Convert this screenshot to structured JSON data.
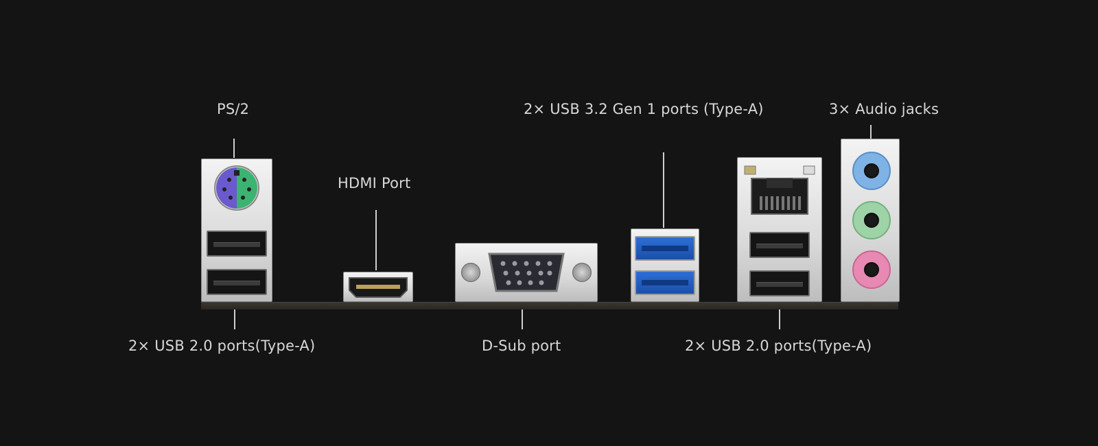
{
  "labels": {
    "ps2": "PS/2",
    "hdmi": "HDMI Port",
    "usb32": "2× USB 3.2 Gen 1 ports (Type-A)",
    "audio": "3× Audio jacks",
    "usb20_left": "2× USB 2.0 ports(Type-A)",
    "dsub": "D-Sub port",
    "usb20_right": "2× USB 2.0 ports(Type-A)"
  },
  "colors": {
    "background": "#141414",
    "label_text": "#d8d8d8",
    "ps2_purple": "#6a5acd",
    "ps2_green": "#3cb371",
    "usb3_blue": "#2d6fd6",
    "audio_blue": "#7fb2e5",
    "audio_green": "#9ed3a8",
    "audio_pink": "#e889b3"
  }
}
